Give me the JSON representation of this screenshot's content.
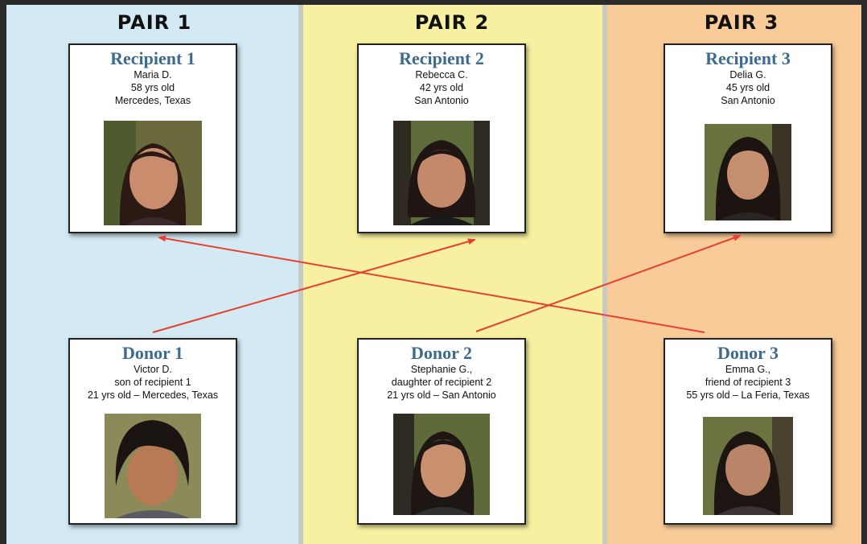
{
  "pairs": [
    {
      "title": "PAIR 1",
      "bg": "#d3e9f4",
      "recipient": {
        "name_title": "Recipient 1",
        "lines": [
          "Maria D.",
          "58 yrs old",
          "Mercedes, Texas"
        ]
      },
      "donor": {
        "name_title": "Donor 1",
        "lines": [
          "Victor D.",
          "son of recipient 1",
          "21 yrs old – Mercedes, Texas"
        ]
      }
    },
    {
      "title": "PAIR 2",
      "bg": "#f6f0a0",
      "recipient": {
        "name_title": "Recipient 2",
        "lines": [
          "Rebecca C.",
          "42 yrs old",
          "San Antonio"
        ]
      },
      "donor": {
        "name_title": "Donor 2",
        "lines": [
          "Stephanie G.,",
          "daughter of recipient 2",
          "21 yrs old – San Antonio"
        ]
      }
    },
    {
      "title": "PAIR 3",
      "bg": "#f8cb98",
      "recipient": {
        "name_title": "Recipient 3",
        "lines": [
          "Delia G.",
          "45 yrs old",
          "San Antonio"
        ]
      },
      "donor": {
        "name_title": "Donor 3",
        "lines": [
          "Emma G.,",
          "friend of recipient 3",
          "55 yrs old – La Feria, Texas"
        ]
      }
    }
  ],
  "colors": {
    "arrow": "#e8402f",
    "title_text": "#3d6b8e",
    "frame": "#2a2a2a"
  },
  "donations": [
    {
      "from": "Donor 1",
      "to": "Recipient 2"
    },
    {
      "from": "Donor 2",
      "to": "Recipient 3"
    },
    {
      "from": "Donor 3",
      "to": "Recipient 1"
    }
  ]
}
